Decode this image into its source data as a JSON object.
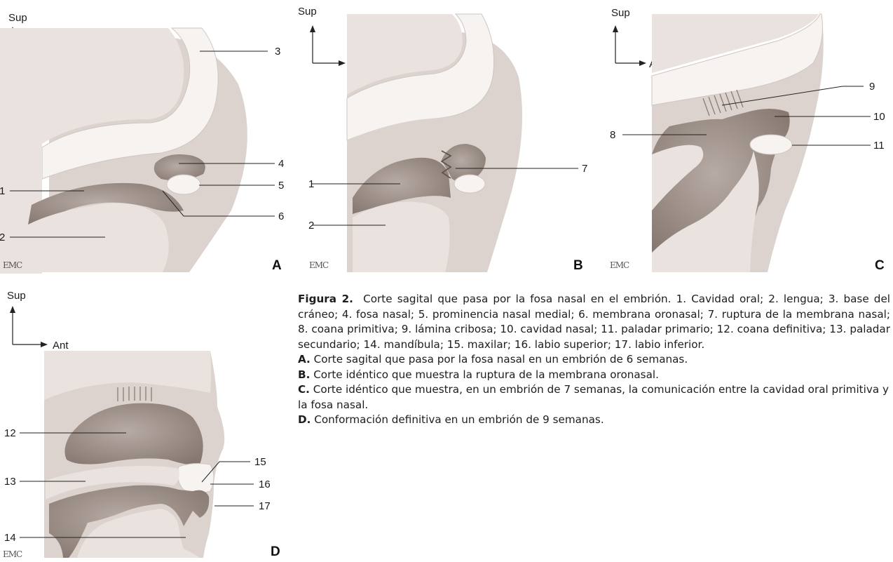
{
  "orientation": {
    "superior": "Sup",
    "anterior": "Ant"
  },
  "logo_text": "EMC",
  "panels": {
    "A": {
      "letter": "A",
      "labels": [
        "1",
        "2",
        "3",
        "4",
        "5",
        "6"
      ]
    },
    "B": {
      "letter": "B",
      "labels": [
        "1",
        "2",
        "7"
      ]
    },
    "C": {
      "letter": "C",
      "labels": [
        "8",
        "9",
        "10",
        "11"
      ]
    },
    "D": {
      "letter": "D",
      "labels": [
        "12",
        "13",
        "14",
        "15",
        "16",
        "17"
      ]
    }
  },
  "caption": {
    "figure_label": "Figura 2.",
    "main_text": "Corte sagital que pasa por la fosa nasal en el embrión. 1. Cavidad oral; 2. lengua; 3. base del cráneo; 4. fosa nasal; 5. prominencia nasal medial; 6. membrana oronasal; 7. ruptura de la membrana nasal; 8. coana primitiva; 9. lámina cribosa; 10. cavidad nasal; 11. paladar primario; 12. coana definitiva; 13. paladar secundario; 14. mandíbula; 15. maxilar; 16. labio superior; 17. labio inferior.",
    "items": [
      {
        "letter": "A.",
        "text": "Corte sagital que pasa por la fosa nasal en un embrión de 6 semanas."
      },
      {
        "letter": "B.",
        "text": "Corte idéntico que muestra la ruptura de la membrana oronasal."
      },
      {
        "letter": "C.",
        "text": "Corte idéntico que muestra, en un embrión de 7 semanas, la comunicación entre la cavidad oral primitiva y la fosa nasal."
      },
      {
        "letter": "D.",
        "text": "Conformación definitiva en un embrión de 9 semanas."
      }
    ]
  }
}
